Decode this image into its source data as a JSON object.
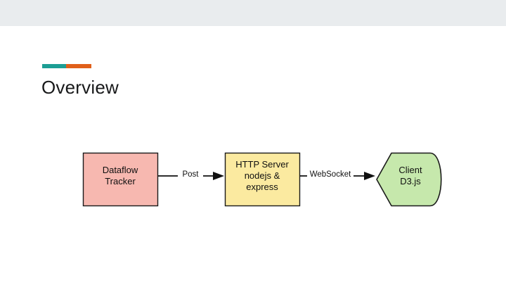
{
  "slide": {
    "title": "Overview",
    "header_band_color": "#e9ecee",
    "background_color": "#ffffff",
    "accent_bar": {
      "left_color": "#1c9e94",
      "right_color": "#e0601a"
    }
  },
  "diagram": {
    "type": "flowchart",
    "direction": "left-to-right",
    "nodes": [
      {
        "id": "dataflow-tracker",
        "shape": "rectangle",
        "fill": "#f7b8b0",
        "stroke": "#1a1a1a",
        "lines": [
          "Dataflow",
          "Tracker"
        ],
        "text": "Dataflow Tracker"
      },
      {
        "id": "http-server",
        "shape": "rectangle",
        "fill": "#fbeaa0",
        "stroke": "#1a1a1a",
        "lines": [
          "HTTP Server",
          "nodejs &",
          "express"
        ],
        "text": "HTTP Server nodejs & express"
      },
      {
        "id": "client",
        "shape": "data-document",
        "fill": "#c6e8ac",
        "stroke": "#1a1a1a",
        "lines": [
          "Client",
          "D3.js"
        ],
        "text": "Client D3.js"
      }
    ],
    "edges": [
      {
        "id": "edge-post",
        "from": "dataflow-tracker",
        "to": "http-server",
        "label": "Post",
        "arrow": "single"
      },
      {
        "id": "edge-websocket",
        "from": "http-server",
        "to": "client",
        "label": "WebSocket",
        "arrow": "single"
      }
    ]
  }
}
